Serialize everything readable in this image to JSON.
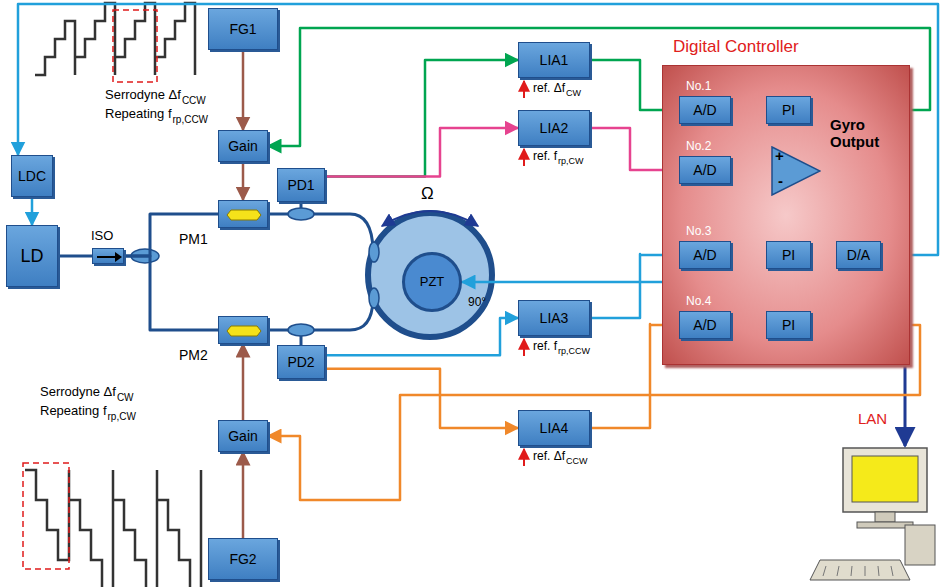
{
  "diagram": {
    "nodes": [
      {
        "text": [
          "FG1"
        ]
      },
      {
        "text": [
          "Gain"
        ]
      },
      {
        "text": [
          "LDC"
        ]
      },
      {
        "text": [
          "LD"
        ]
      },
      {
        "text": [
          "ISO"
        ]
      },
      {
        "text": [
          "PM1"
        ]
      },
      {
        "text": [
          "PD1"
        ]
      },
      {
        "text": [
          "PZT"
        ]
      },
      {
        "text": [
          "LIA1"
        ]
      },
      {
        "text": [
          "LIA2"
        ]
      },
      {
        "text": [
          "Digital Controller"
        ]
      },
      {
        "text": [
          "No.1",
          "A/D"
        ],
        "in": 10
      },
      {
        "text": [
          "PI"
        ],
        "in": 10
      },
      {
        "text": [
          "No.2",
          "A/D"
        ],
        "in": 10
      },
      {
        "text": [
          "+",
          "-"
        ],
        "in": 10
      },
      {
        "text": [
          "No.3",
          "A/D"
        ],
        "in": 10
      },
      {
        "text": [
          "PI"
        ],
        "in": 10
      },
      {
        "text": [
          "D/A"
        ],
        "in": 10
      },
      {
        "text": [
          "No.4",
          "A/D"
        ],
        "in": 10
      },
      {
        "text": [
          "PI"
        ],
        "in": 10
      },
      {
        "text": [
          "PM2"
        ]
      },
      {
        "text": [
          "PD2"
        ]
      },
      {
        "text": [
          "LIA3"
        ]
      },
      {
        "text": [
          "LIA4"
        ]
      },
      {
        "text": [
          "Gain"
        ]
      },
      {
        "text": [
          "FG2"
        ]
      }
    ],
    "edges": [
      {
        "from": 0,
        "to": 1,
        "arrow": "to"
      },
      {
        "from": 1,
        "to": 5,
        "arrow": "to"
      },
      {
        "from": 2,
        "to": 3,
        "arrow": "to"
      },
      {
        "from": 3,
        "to": 4,
        "arrow": "none"
      },
      {
        "from": 4,
        "to": 5,
        "arrow": "none"
      },
      {
        "from": 4,
        "to": 20,
        "arrow": "none"
      },
      {
        "from": 6,
        "to": 8,
        "arrow": "to"
      },
      {
        "from": 6,
        "to": 9,
        "arrow": "to"
      },
      {
        "from": 21,
        "to": 22,
        "arrow": "to"
      },
      {
        "from": 21,
        "to": 23,
        "arrow": "to"
      },
      {
        "from": 8,
        "to": 11,
        "arrow": "to"
      },
      {
        "from": 9,
        "to": 13,
        "arrow": "to"
      },
      {
        "from": 22,
        "to": 15,
        "arrow": "to"
      },
      {
        "from": 23,
        "to": 18,
        "arrow": "to"
      },
      {
        "from": 11,
        "to": 12,
        "arrow": "to"
      },
      {
        "from": 12,
        "to": 1,
        "arrow": "to"
      },
      {
        "from": 13,
        "to": 14,
        "arrow": "to"
      },
      {
        "from": 15,
        "to": 14,
        "arrow": "to"
      },
      {
        "from": 15,
        "to": 16,
        "arrow": "to"
      },
      {
        "from": 16,
        "to": 17,
        "arrow": "to"
      },
      {
        "from": 17,
        "to": 2,
        "arrow": "to"
      },
      {
        "from": 17,
        "to": 7,
        "arrow": "to"
      },
      {
        "from": 18,
        "to": 19,
        "arrow": "to"
      },
      {
        "from": 19,
        "to": 24,
        "arrow": "to"
      },
      {
        "from": 25,
        "to": 24,
        "arrow": "to"
      },
      {
        "from": 24,
        "to": 20,
        "arrow": "to"
      }
    ],
    "labels": [
      "Serrodyne Δf",
      "CCW",
      "Repeating f",
      "rp,CCW",
      "Ω",
      "90°",
      "ref. Δf",
      "CW",
      "ref. f",
      "rp,CW",
      "ref. f",
      "rp,CCW",
      "ref. Δf",
      "CCW",
      "Gyro Output",
      "LAN",
      "Serrodyne Δf",
      "CW",
      "Repeating f",
      "rp,CW"
    ]
  }
}
